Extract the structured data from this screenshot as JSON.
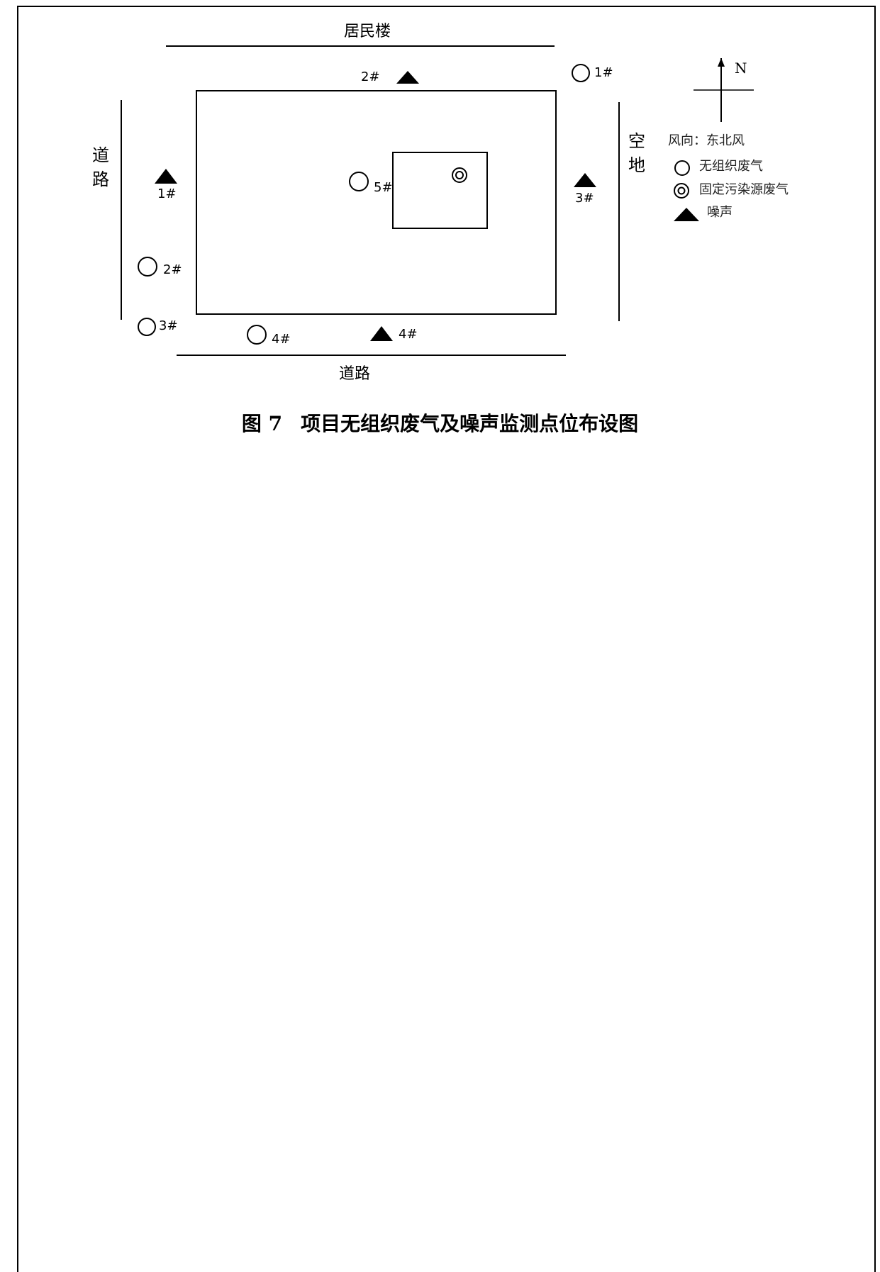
{
  "diagram": {
    "top_label": "居民楼",
    "bottom_label": "道路",
    "left_label": [
      "道",
      "路"
    ],
    "right_label": [
      "空",
      "地"
    ],
    "north": "N",
    "wind": "风向：东北风",
    "legend": [
      {
        "icon": "open-circle-icon",
        "label": "无组织废气"
      },
      {
        "icon": "concentric-circle-icon",
        "label": "固定污染源废气"
      },
      {
        "icon": "filled-triangle-icon",
        "label": "噪声"
      }
    ],
    "points": {
      "noise_1": "1#",
      "noise_2": "2#",
      "noise_3": "3#",
      "noise_4": "4#",
      "gas_1": "1#",
      "gas_2": "2#",
      "gas_3": "3#",
      "gas_4": "4#",
      "gas_5": "5#"
    }
  },
  "caption": {
    "figure": "图 7",
    "title": "项目无组织废气及噪声监测点位布设图"
  }
}
